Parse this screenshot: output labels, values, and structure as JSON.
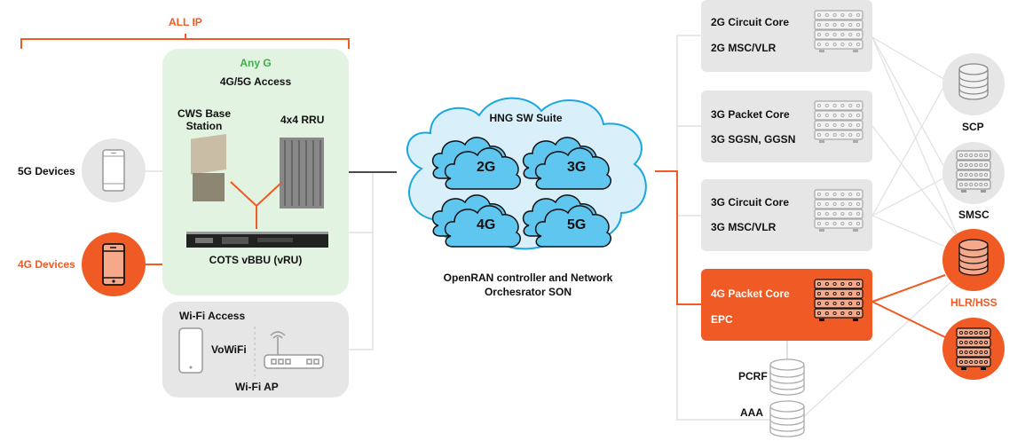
{
  "colors": {
    "accent_orange": "#f05a24",
    "green_text": "#3cb04a",
    "panel_green": "#e2f3e1",
    "panel_gray": "#e6e6e6",
    "cloud_fill": "#d9f0fb",
    "cloud_stroke": "#1aa7e0",
    "inner_cloud": "#5ec6ef"
  },
  "top": {
    "all_ip_label": "ALL IP"
  },
  "devices": [
    {
      "label": "5G Devices",
      "icon": "smartphone-icon",
      "highlight": false
    },
    {
      "label": "4G Devices",
      "icon": "smartphone-icon",
      "highlight": true
    }
  ],
  "access": {
    "title": "Any G",
    "subtitle": "4G/5G Access",
    "cws_label_line1": "CWS Base",
    "cws_label_line2": "Station",
    "rru_label": "4x4 RRU",
    "vbbu_label": "COTS vBBU (vRU)"
  },
  "wifi": {
    "title": "Wi-Fi Access",
    "vowifi_label": "VoWiFi",
    "ap_label": "Wi-Fi AP"
  },
  "cloud": {
    "title": "HNG SW Suite",
    "generations": [
      "2G",
      "3G",
      "4G",
      "5G"
    ],
    "caption_line1": "OpenRAN controller and Network",
    "caption_line2": "Orchesrator SON"
  },
  "cores": [
    {
      "line1": "2G Circuit Core",
      "line2": "2G MSC/VLR",
      "highlight": false
    },
    {
      "line1": "3G Packet Core",
      "line2": "3G SGSN, GGSN",
      "highlight": false
    },
    {
      "line1": "3G Circuit Core",
      "line2": "3G MSC/VLR",
      "highlight": false
    },
    {
      "line1": "4G Packet Core",
      "line2": "EPC",
      "highlight": true
    }
  ],
  "databases": [
    {
      "label": "PCRF",
      "icon": "database-icon"
    },
    {
      "label": "AAA",
      "icon": "database-icon"
    }
  ],
  "right_nodes": [
    {
      "label": "SCP",
      "icon": "database-icon",
      "highlight": false
    },
    {
      "label": "SMSC",
      "icon": "server-rack-icon",
      "highlight": false
    },
    {
      "label": "HLR/HSS",
      "icon": "database-icon",
      "highlight": true
    },
    {
      "label": "",
      "icon": "server-rack-icon",
      "highlight": true
    }
  ]
}
